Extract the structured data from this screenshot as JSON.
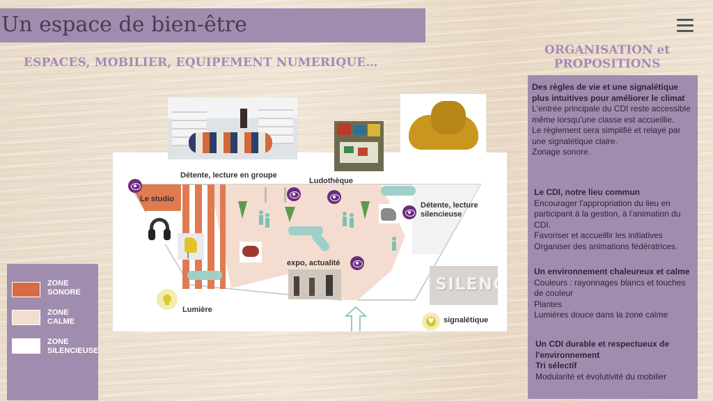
{
  "title": "Un espace de bien-être",
  "subtitle": "ESPACES, MOBILIER, EQUIPEMENT NUMERIQUE…",
  "menu_icon": "hamburger-menu-icon",
  "right_heading": "ORGANISATION et PROPOSITIONS",
  "organisation": [
    {
      "heading": "Des règles de vie et une signalétique plus intuitives pour améliorer le climat",
      "lines": [
        "L'entrée principale du CDI reste accessible même lorsqu'une classe est accueillie.",
        "Le règlement sera simplifié et relayé par une signalétique claire.",
        "Zonage sonore."
      ]
    },
    {
      "heading": "Le CDI, notre  lieu commun",
      "lines": [
        "Encourager l'appropriation du lieu en participant à la gestion, à l'animation du CDI.",
        "Favoriser et accueillir les initiatives",
        "Organiser des animations fédératrices."
      ]
    },
    {
      "heading": "Un environnement chaleureux et calme",
      "lines": [
        "Couleurs : rayonnages blancs et touches de couleur",
        "Plantes",
        "Lumières douce dans la zone calme"
      ]
    },
    {
      "heading": "Un CDI durable et respectueux de l'environnement",
      "subheading": "Tri sélectif",
      "lines": [
        "Modularité et évolutivité du mobilier"
      ]
    }
  ],
  "legend": [
    {
      "label": "ZONE SONORE",
      "color": "#d86a45"
    },
    {
      "label": "ZONE CALME",
      "color": "#f4ddd0"
    },
    {
      "label": "ZONE SILENCIEUSE",
      "color": "#ffffff"
    }
  ],
  "plan": {
    "labels": {
      "detente_groupe": "Détente, lecture en groupe",
      "ludotheque": "Ludothèque",
      "studio": "Le studio",
      "detente_silencieuse": "Détente, lecture silencieuse",
      "expo": "expo, actualité",
      "lumiere": "Lumière",
      "signaletique": "signalétique"
    },
    "silence_sign_text": "SILENCE",
    "colors": {
      "sonore": "#e07a50",
      "calme": "#f4ddd0",
      "accent": "#6b2b80",
      "teal": "#9fcfc6"
    }
  }
}
